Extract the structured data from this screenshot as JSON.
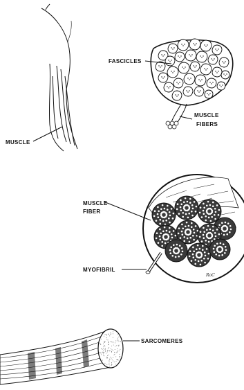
{
  "labels": {
    "muscle": "MUSCLE",
    "fascicles": "FASCICLES",
    "muscle_fibers_1": "MUSCLE",
    "muscle_fibers_2": "FIBERS",
    "muscle_fiber_1": "MUSCLE",
    "muscle_fiber_2": "FIBER",
    "myofibril": "MYOFIBRIL",
    "sarcomeres": "SARCOMERES"
  },
  "signature": "RoC",
  "colors": {
    "ink": "#111111",
    "paper": "#ffffff",
    "fill_dark": "#333333"
  }
}
